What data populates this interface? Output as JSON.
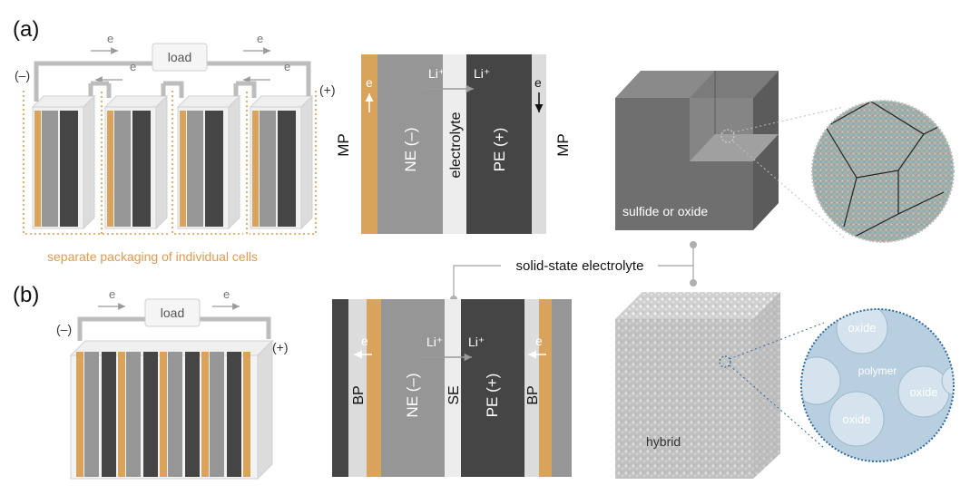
{
  "panel_labels": {
    "a": "(a)",
    "b": "(b)"
  },
  "colors": {
    "copper": "#d9a35c",
    "electrode_light": "#969696",
    "electrode_dark": "#454545",
    "separator": "#ededed",
    "annotation_orange": "#e09a4a",
    "polymer_blue": "#b8cfdf",
    "dotted_blue": "#2f6aa3"
  },
  "pack_a": {
    "load": "load",
    "electron_top_left": "e",
    "electron_top_right": "e",
    "electron_mid_left": "e",
    "electron_mid_right": "e",
    "neg_terminal": "(–)",
    "pos_terminal": "(+)",
    "caption": "separate packaging of individual cells"
  },
  "cell_a": {
    "mp_left": "MP",
    "mp_right": "MP",
    "e_left": "e",
    "e_right": "e",
    "li_left": "Li⁺",
    "li_right": "Li⁺",
    "ne": "NE (–)",
    "electrolyte": "electrolyte",
    "pe": "PE (+)"
  },
  "shared_label": "solid-state electrolyte",
  "pack_b": {
    "load": "load",
    "electron_left": "e",
    "electron_right": "e",
    "neg_terminal": "(–)",
    "pos_terminal": "(+)"
  },
  "cell_b": {
    "bp_left": "BP",
    "bp_right": "BP",
    "e_left": "e",
    "e_right": "e",
    "li_left": "Li⁺",
    "li_right": "Li⁺",
    "ne": "NE (–)",
    "se": "SE",
    "pe": "PE (+)"
  },
  "cube_top": {
    "label": "sulfide or oxide"
  },
  "cube_bottom": {
    "label": "hybrid"
  },
  "zoom_bottom": {
    "oxide_1": "oxide",
    "polymer": "polymer",
    "oxide_2": "oxide",
    "oxide_3": "oxide"
  }
}
